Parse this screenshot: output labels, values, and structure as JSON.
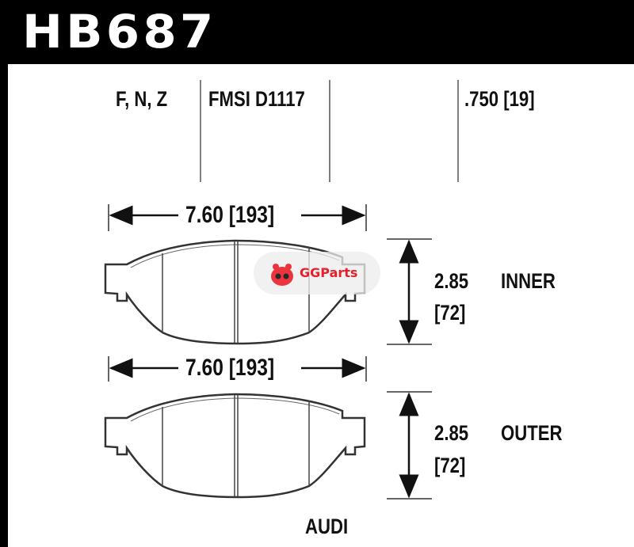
{
  "part_number": "HB687",
  "compounds": "F, N, Z",
  "fmsi": "FMSI D1117",
  "thickness": ".750 [19]",
  "inner": {
    "width": "7.60 [193]",
    "height": "2.85",
    "height_mm": "[72]",
    "label": "INNER"
  },
  "outer": {
    "width": "7.60 [193]",
    "height": "2.85",
    "height_mm": "[72]",
    "label": "OUTER"
  },
  "make": "AUDI",
  "watermark": {
    "text": "GGParts",
    "color": "#e8202a"
  }
}
